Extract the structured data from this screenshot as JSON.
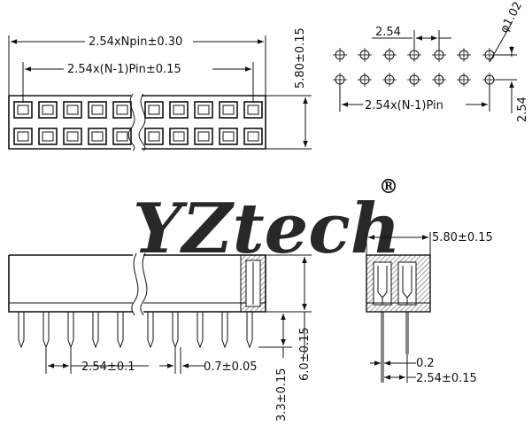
{
  "watermark": {
    "brand": "YZtech",
    "registered_mark": "®",
    "color": "#8fc4ec"
  },
  "top_view": {
    "overall_dim": "2.54xNpin±0.30",
    "pitch_span_dim": "2.54x(N-1)Pin±0.15",
    "height_dim": "5.80±0.15"
  },
  "footprint": {
    "pitch_dim": "2.54",
    "hole_dim": "φ1.02",
    "row_pitch_dim": "2.54",
    "span_dim": "2.54x(N-1)Pin"
  },
  "front_view": {
    "pitch_dim": "2.54±0.1",
    "pin_width_dim": "0.7±0.05",
    "tail_dim": "3.3±0.15",
    "height_dim": "6.0±0.15"
  },
  "side_view": {
    "width_dim": "5.80±0.15",
    "pin_thick_dim": "0.2",
    "row_pitch_dim": "2.54±0.15"
  }
}
